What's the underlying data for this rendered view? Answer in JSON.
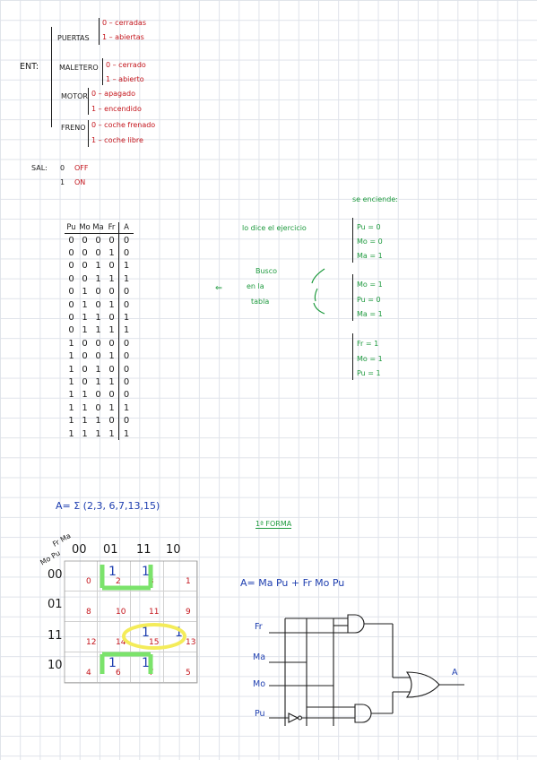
{
  "entradas": {
    "label": "ENT:",
    "puertas": {
      "name": "PUERTAS",
      "opt0": "0 – cerradas",
      "opt1": "1 – abiertas"
    },
    "maletero": {
      "name": "MALETERO",
      "opt0": "0 – cerrado",
      "opt1": "1 – abierto"
    },
    "motor": {
      "name": "MOTOR",
      "opt0": "0 – apagado",
      "opt1": "1 – encendido"
    },
    "freno": {
      "name": "FRENO",
      "opt0": "0 – coche frenado",
      "opt1": "1 – coche libre"
    }
  },
  "salida": {
    "label": "SAL:",
    "v0": "0",
    "t0": "OFF",
    "v1": "1",
    "t1": "ON"
  },
  "enciende": {
    "title": "se enciende:",
    "enunciado": "lo dice el ejercicio",
    "g1": [
      "Pu = 0",
      "Mo = 0",
      "Ma = 1"
    ],
    "g2": [
      "Mo = 1",
      "Pu = 0",
      "Ma = 1"
    ],
    "g3": [
      "Fr = 1",
      "Mo = 1",
      "Pu = 1"
    ],
    "busco": [
      "Busco",
      "en la",
      "tabla"
    ],
    "arrow": "⇐"
  },
  "truth_table": {
    "headers": [
      "Pu",
      "Mo",
      "Ma",
      "Fr",
      "A"
    ],
    "rows": [
      [
        "0",
        "0",
        "0",
        "0",
        "0"
      ],
      [
        "0",
        "0",
        "0",
        "1",
        "0"
      ],
      [
        "0",
        "0",
        "1",
        "0",
        "1"
      ],
      [
        "0",
        "0",
        "1",
        "1",
        "1"
      ],
      [
        "0",
        "1",
        "0",
        "0",
        "0"
      ],
      [
        "0",
        "1",
        "0",
        "1",
        "0"
      ],
      [
        "0",
        "1",
        "1",
        "0",
        "1"
      ],
      [
        "0",
        "1",
        "1",
        "1",
        "1"
      ],
      [
        "1",
        "0",
        "0",
        "0",
        "0"
      ],
      [
        "1",
        "0",
        "0",
        "1",
        "0"
      ],
      [
        "1",
        "0",
        "1",
        "0",
        "0"
      ],
      [
        "1",
        "0",
        "1",
        "1",
        "0"
      ],
      [
        "1",
        "1",
        "0",
        "0",
        "0"
      ],
      [
        "1",
        "1",
        "0",
        "1",
        "1"
      ],
      [
        "1",
        "1",
        "1",
        "0",
        "0"
      ],
      [
        "1",
        "1",
        "1",
        "1",
        "1"
      ]
    ]
  },
  "sum_expr": "A= Σ (2,3, 6,7,13,15)",
  "forma_label": "1ª FORMA",
  "formula": "A= Ma Pu + Fr Mo Pu",
  "kmap": {
    "corner_top": "Fr Ma",
    "corner_left": "Mo Pu",
    "cols": [
      "00",
      "01",
      "11",
      "10"
    ],
    "rows": [
      "00",
      "01",
      "11",
      "10"
    ],
    "cells": [
      [
        {
          "i": "0",
          "v": ""
        },
        {
          "i": "2",
          "v": "1"
        },
        {
          "i": "3",
          "v": "1"
        },
        {
          "i": "1",
          "v": ""
        }
      ],
      [
        {
          "i": "8",
          "v": ""
        },
        {
          "i": "10",
          "v": ""
        },
        {
          "i": "11",
          "v": ""
        },
        {
          "i": "9",
          "v": ""
        }
      ],
      [
        {
          "i": "12",
          "v": ""
        },
        {
          "i": "14",
          "v": ""
        },
        {
          "i": "15",
          "v": "1"
        },
        {
          "i": "13",
          "v": "1"
        }
      ],
      [
        {
          "i": "4",
          "v": ""
        },
        {
          "i": "6",
          "v": "1"
        },
        {
          "i": "7",
          "v": "1"
        },
        {
          "i": "5",
          "v": ""
        }
      ]
    ]
  },
  "circuit": {
    "in_fr": "Fr",
    "in_ma": "Ma",
    "in_mo": "Mo",
    "in_pu": "Pu",
    "out": "A"
  },
  "colors": {
    "ink": "#1c1c1c",
    "red": "#c4151c",
    "green": "#1e9a3e",
    "blue": "#1f3fb0",
    "highlight_green": "#7be36b",
    "highlight_yellow": "#f4ec5a"
  }
}
